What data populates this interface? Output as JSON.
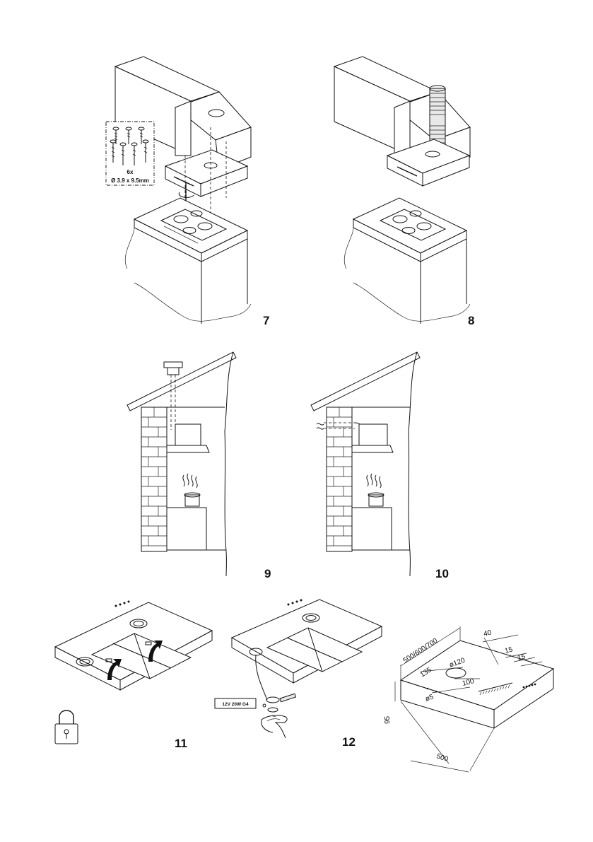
{
  "figures": [
    {
      "number": "7"
    },
    {
      "number": "8"
    },
    {
      "number": "9"
    },
    {
      "number": "10"
    },
    {
      "number": "11"
    },
    {
      "number": "12"
    }
  ],
  "fig7": {
    "screw_qty": "6x",
    "screw_size": "Ø 3.9 x 9.5mm"
  },
  "fig12": {
    "lamp_spec": "12V  20W  G4"
  },
  "dims": {
    "width": "500/600/700",
    "d40": "40",
    "d15a": "15",
    "d15b": "15",
    "d135": "135",
    "d120": "ø120",
    "d100": "100",
    "d5": "ø5",
    "d95": "95",
    "d500": "500"
  },
  "icons": [
    "screw-icon",
    "lock-icon",
    "steam-icon",
    "arrow-icon",
    "hand-icon"
  ]
}
